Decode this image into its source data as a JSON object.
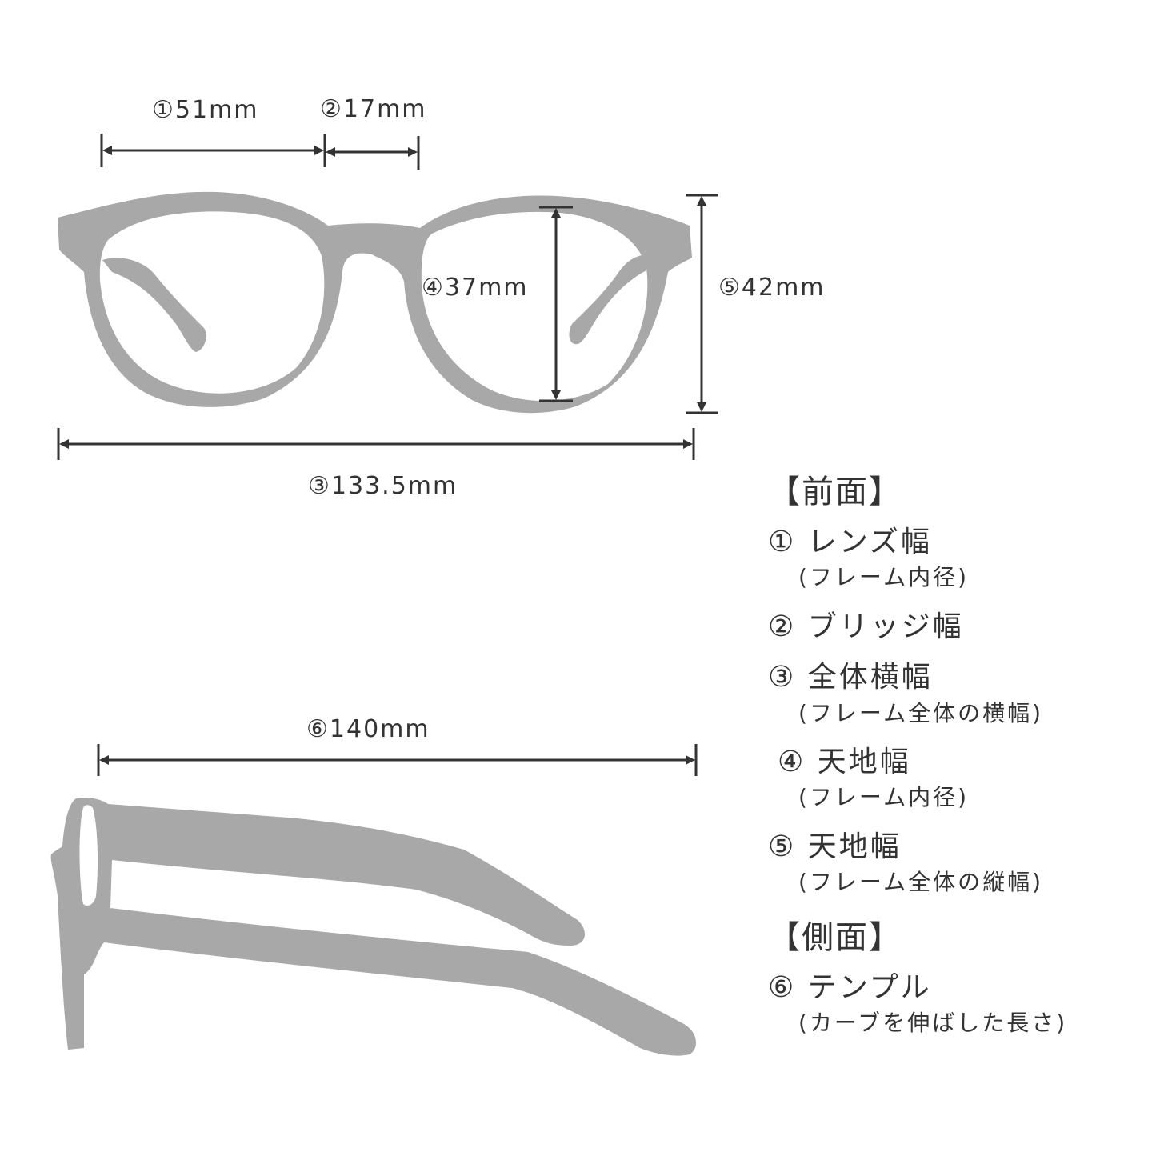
{
  "colors": {
    "frame": "#a8a8a8",
    "line": "#333333",
    "text": "#333333"
  },
  "dimensions": {
    "lens_width": "①51mm",
    "bridge": "②17mm",
    "total_width": "③133.5mm",
    "lens_height": "④37mm",
    "frame_height": "⑤42mm",
    "temple": "⑥140mm"
  },
  "legend": {
    "front_heading": "【前面】",
    "side_heading": "【側面】",
    "items": [
      {
        "label": "① レンズ幅",
        "note": "(フレーム内径)"
      },
      {
        "label": "② ブリッジ幅",
        "note": ""
      },
      {
        "label": "③ 全体横幅",
        "note": "(フレーム全体の横幅)"
      },
      {
        "label": "④ 天地幅",
        "note": "(フレーム内径)"
      },
      {
        "label": "⑤ 天地幅",
        "note": "(フレーム全体の縦幅)"
      }
    ],
    "side_items": [
      {
        "label": "⑥ テンプル",
        "note": "(カーブを伸ばした長さ)"
      }
    ]
  }
}
